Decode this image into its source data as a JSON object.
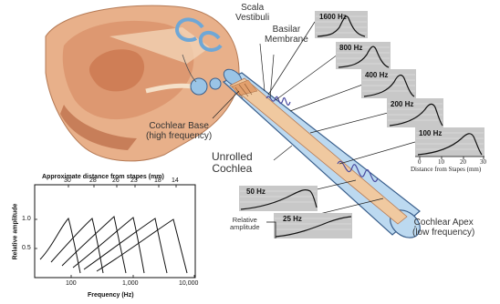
{
  "colors": {
    "duct": "#bcd9f0",
    "duct_border": "#3a5f8c",
    "membrane": "#f0c9a0",
    "panel_bg": "#c8c8c8",
    "wave": "#4a4aa0",
    "ear": "#e8b08a"
  },
  "labels": {
    "scala_vestibuli": [
      "Scala",
      "Vestibuli"
    ],
    "basilar_membrane": [
      "Basilar",
      "Membrane"
    ],
    "cochlear_base": [
      "Cochlear Base",
      "(high frequency)"
    ],
    "unrolled_cochlea": [
      "Unrolled",
      "Cochlea"
    ],
    "cochlear_apex": [
      "Cochlear Apex",
      "(low frequency)"
    ],
    "relative_amplitude": [
      "Relative",
      "amplitude"
    ]
  },
  "freq_panels": [
    "1600 Hz",
    "800 Hz",
    "400 Hz",
    "200 Hz",
    "100 Hz",
    "50 Hz",
    "25 Hz"
  ],
  "panel_axis": {
    "ticks": [
      "0",
      "10",
      "20",
      "30"
    ],
    "label": "Distance from Stapes (mm)"
  },
  "chart": {
    "top_label": "Approximate distance from stapes (mm)",
    "top_ticks": [
      "30",
      "28",
      "26",
      "23",
      "18",
      "14"
    ],
    "y_label": "Relative amplitude",
    "y_ticks": [
      "1.0",
      "0.5"
    ],
    "x_ticks": [
      "100",
      "1,000",
      "10,000"
    ],
    "x_label": "Frequency  (Hz)"
  }
}
